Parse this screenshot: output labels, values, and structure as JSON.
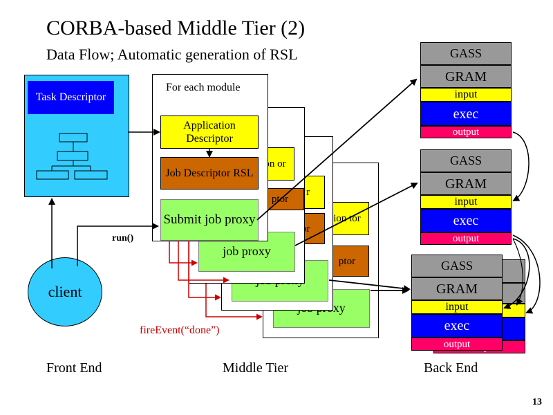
{
  "title": "CORBA-based Middle Tier (2)",
  "subtitle": "Data Flow; Automatic generation of RSL",
  "front_end": {
    "task_descriptor": "Task Descriptor",
    "client": "client",
    "label": "Front End"
  },
  "middle_tier": {
    "for_each_module": "For each module",
    "application_descriptor": "Application Descriptor",
    "job_descriptor": "Job Descriptor RSL",
    "submit_job_proxy": "Submit job proxy",
    "bg_app_fragment": "on or",
    "bg_app_fragment_2": "n r",
    "bg_app_fragment_3": "ion tor",
    "bg_job_fragment": "ptor",
    "bg_job_fragment_2": "tor",
    "bg_job_fragment_3": "ptor",
    "bg_proxy_1": "job proxy",
    "bg_proxy_2": "job proxy",
    "bg_proxy_3": "job proxy",
    "run_label": "run()",
    "fire_event": "fireEvent(“done”)",
    "label": "Middle Tier"
  },
  "back_end": {
    "gass": "GASS",
    "gram": "GRAM",
    "input": "input",
    "exec": "exec",
    "output": "output",
    "label": "Back End"
  },
  "page_number": "13",
  "colors": {
    "task_panel": "#33ccff",
    "task_header": "#0000ff",
    "client": "#33ccff",
    "app_descriptor": "#ffff00",
    "job_descriptor": "#cc6600",
    "proxy": "#99ff66",
    "gass_gram": "#999999",
    "exec": "#0000ff",
    "output": "#ff0066",
    "fire_event": "#cc0000"
  }
}
